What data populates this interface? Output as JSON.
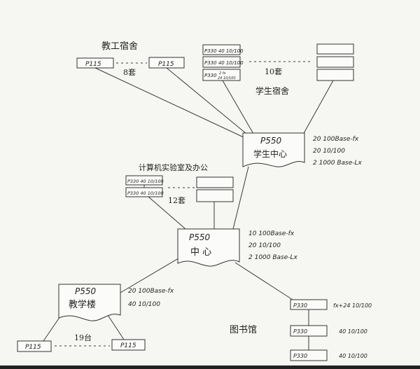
{
  "staff_dorm": {
    "label": "教工宿舍",
    "switch": "P115",
    "count": "8套"
  },
  "student_dorm": {
    "label": "学生宿舍",
    "count": "10套",
    "switches": [
      {
        "model": "P330",
        "ports": "40 10/100"
      },
      {
        "model": "P330",
        "ports": "40 10/100"
      },
      {
        "model": "P330",
        "ports_top": "2 fx",
        "ports": "24 10/100"
      }
    ]
  },
  "student_center": {
    "model": "P550",
    "label": "学生中心",
    "specs": [
      "20   100Base-fx",
      "20   10/100",
      "2   1000 Base-Lx"
    ]
  },
  "lab_office": {
    "label": "计算机实验室及办公",
    "count": "12套",
    "switches": [
      {
        "model": "P330",
        "ports": "40 10/100"
      },
      {
        "model": "P330",
        "ports": "40 10/100"
      }
    ]
  },
  "center": {
    "model": "P550",
    "label": "中 心",
    "specs": [
      "10   100Base-fx",
      "20   10/100",
      "2   1000 Base-Lx"
    ]
  },
  "teaching_building": {
    "model": "P550",
    "label": "教学楼",
    "switch": "P115",
    "count": "19台",
    "specs": [
      "20   100Base-fx",
      "40   10/100"
    ]
  },
  "library": {
    "label": "图书馆",
    "switches": [
      {
        "model": "P330",
        "ports": "fx+24 10/100"
      },
      {
        "model": "P330",
        "ports": "40 10/100"
      },
      {
        "model": "P330",
        "ports": "40 10/100"
      }
    ]
  }
}
